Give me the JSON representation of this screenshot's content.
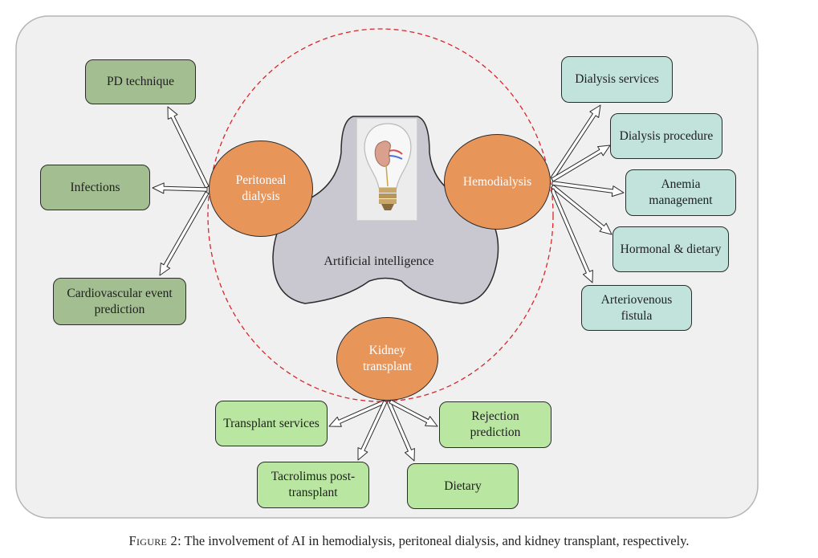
{
  "center": {
    "label": "Artificial intelligence",
    "icon": "lightbulb-kidney-icon"
  },
  "hubs": {
    "peritoneal": "Peritoneal dialysis",
    "hemodialysis": "Hemodialysis",
    "transplant": "Kidney transplant"
  },
  "peritoneal_items": [
    "PD technique",
    "Infections",
    "Cardiovascular event prediction"
  ],
  "hemodialysis_items": [
    "Dialysis services",
    "Dialysis procedure",
    "Anemia management",
    "Hormonal & dietary",
    "Arteriovenous fistula"
  ],
  "transplant_items": [
    "Transplant services",
    "Rejection prediction",
    "Tacrolimus post-transplant",
    "Dietary"
  ],
  "colors": {
    "peritoneal_box": "#a3bf92",
    "hemodialysis_box": "#c2e3dc",
    "transplant_box": "#b9e6a1",
    "hub_circle": "#e8955a",
    "dashed_ring": "#d9262b",
    "ai_blob": "#c9c7cf",
    "panel_background": "#f0f0f0"
  },
  "caption": {
    "label": "Figure 2",
    "text": ": The involvement of AI in hemodialysis, peritoneal dialysis, and kidney transplant, respectively."
  }
}
